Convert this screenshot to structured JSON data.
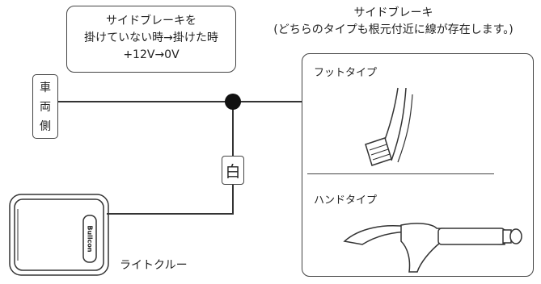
{
  "note": {
    "line1": "サイドブレーキを",
    "line2": "掛けていない時→掛けた時",
    "line3": "+12V→0V"
  },
  "vehicle_side": {
    "char1": "車",
    "char2": "両",
    "char3": "側"
  },
  "side_brake": {
    "title": "サイドブレーキ",
    "subtitle": "(どちらのタイプも根元付近に線が存在します。)",
    "foot_type_label": "フットタイプ",
    "hand_type_label": "ハンドタイプ"
  },
  "wire": {
    "color_label": "白"
  },
  "device": {
    "name": "ライトクルー",
    "badge_text": "Bullcon"
  }
}
